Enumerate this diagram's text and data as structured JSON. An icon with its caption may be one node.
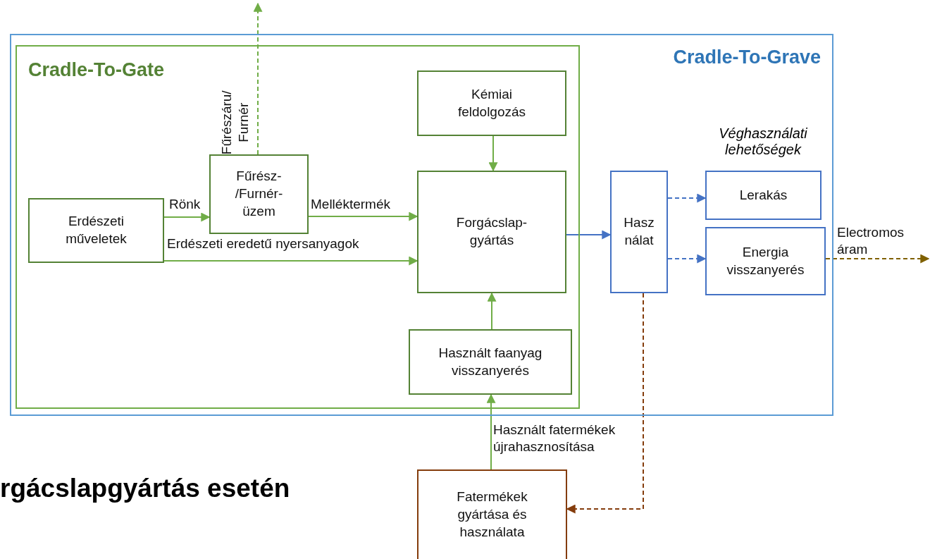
{
  "diagram": {
    "nodes": [
      {
        "text": [
          "Cradle-To-Grave"
        ]
      },
      {
        "text": [
          "Cradle-To-Gate"
        ],
        "in": 0
      },
      {
        "text": [
          "Erdészeti műveletek"
        ],
        "in": 1
      },
      {
        "text": [
          "Fűrész- /Furnér- üzem"
        ],
        "in": 1
      },
      {
        "text": [
          "Kémiai feldolgozás"
        ],
        "in": 1
      },
      {
        "text": [
          "Forgácslap- gyártás"
        ],
        "in": 1
      },
      {
        "text": [
          "Használt faanyag visszanyerés"
        ],
        "in": 1
      },
      {
        "text": [
          "Hasz nálat"
        ],
        "in": 0
      },
      {
        "text": [
          "Lerakás"
        ],
        "in": 0
      },
      {
        "text": [
          "Energia visszanyerés"
        ],
        "in": 0
      },
      {
        "text": [
          "Fatermékek gyártása és használata"
        ]
      }
    ],
    "edges": [
      {
        "from": 2,
        "to": 3,
        "arrow": "to",
        "label": "Rönk"
      },
      {
        "from": 3,
        "to": null,
        "arrow": "to",
        "label": "Fűrészáru/ Furnér",
        "style": "dashed"
      },
      {
        "from": 3,
        "to": 5,
        "arrow": "to",
        "label": "Melléktermék"
      },
      {
        "from": 2,
        "to": 5,
        "arrow": "to",
        "label": "Erdészeti eredetű nyersanyagok"
      },
      {
        "from": 4,
        "to": 5,
        "arrow": "to"
      },
      {
        "from": 6,
        "to": 5,
        "arrow": "to"
      },
      {
        "from": 5,
        "to": 7,
        "arrow": "to",
        "color": "#4472c4"
      },
      {
        "from": 7,
        "to": 8,
        "arrow": "to",
        "style": "dashed",
        "color": "#4472c4"
      },
      {
        "from": 7,
        "to": 9,
        "arrow": "to",
        "style": "dashed",
        "color": "#4472c4"
      },
      {
        "from": 9,
        "to": null,
        "arrow": "to",
        "label": "Electromos áram",
        "style": "dashed",
        "color": "#7f6000"
      },
      {
        "from": 7,
        "to": 10,
        "arrow": "to",
        "style": "dashed",
        "color": "#843c0c"
      },
      {
        "from": 10,
        "to": 6,
        "arrow": "to",
        "label": "Használt fatermékek újrahasznosítása"
      }
    ],
    "labels": [
      "Véghasználati lehetőségek",
      "rgácslapgyártás esetén"
    ]
  }
}
